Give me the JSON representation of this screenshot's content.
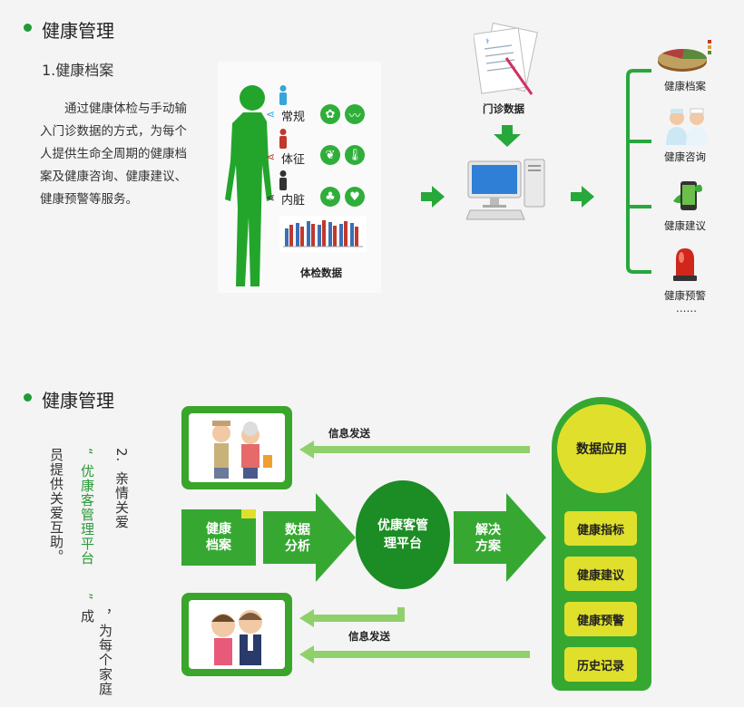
{
  "colors": {
    "green": "#36a832",
    "dark_green": "#1e8a1e",
    "yellow": "#e0e02c",
    "bg": "#f4f4f4"
  },
  "section1": {
    "title": "健康管理",
    "subtitle": "1.健康档案",
    "paragraph": "通过健康体检与手动输入门诊数据的方式，为每个人提供生命全周期的健康档案及健康咨询、健康建议、健康预警等服务。",
    "categories": [
      "常规",
      "体征",
      "内脏"
    ],
    "exam_label": "体检数据",
    "clinic_label": "门诊数据",
    "outputs": [
      "健康档案",
      "健康咨询",
      "健康建议",
      "健康预警"
    ],
    "ellipsis": "……"
  },
  "section2": {
    "title": "健康管理",
    "number": "2.",
    "heading": "亲情关爱",
    "quote_open": "“",
    "brand": "优康客管理平台",
    "quote_close": "”",
    "desc1": "，为每个家庭成",
    "desc2": "员提供关爱互助。",
    "send_top": "信息发送",
    "send_bottom": "信息发送",
    "health_record": "健康档案",
    "data_analysis": "数据分析",
    "platform": "优康客管理平台",
    "solution": "解决方案",
    "data_app": "数据应用",
    "apps": [
      "健康指标",
      "健康建议",
      "健康预警",
      "历史记录"
    ]
  }
}
